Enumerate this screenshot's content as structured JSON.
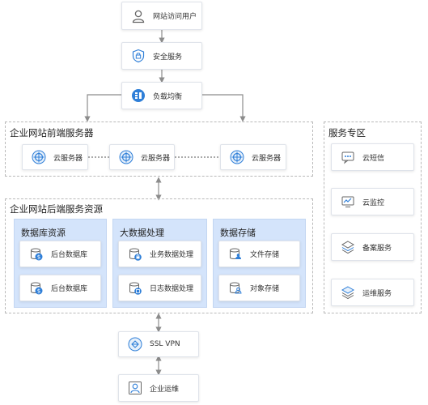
{
  "top": {
    "visitor": "网站访问用户",
    "security": "安全服务",
    "lb": "负载均衡"
  },
  "frontend": {
    "title": "企业网站前端服务器",
    "servers": [
      "云服务器",
      "云服务器",
      "云服务器"
    ]
  },
  "backend": {
    "title": "企业网站后端服务资源",
    "groups": [
      {
        "title": "数据库资源",
        "items": [
          "后台数据库",
          "后台数据库"
        ]
      },
      {
        "title": "大数据处理",
        "items": [
          "业务数据处理",
          "日志数据处理"
        ]
      },
      {
        "title": "数据存储",
        "items": [
          "文件存储",
          "对象存储"
        ]
      }
    ]
  },
  "special": {
    "title": "服务专区",
    "items": [
      "云短信",
      "云监控",
      "备案服务",
      "运维服务"
    ]
  },
  "bottom": {
    "vpn": "SSL VPN",
    "ops": "企业运维"
  },
  "colors": {
    "accent": "#2f7fd8",
    "connector": "#8c8c8c",
    "panel": "#d4e4fb"
  }
}
